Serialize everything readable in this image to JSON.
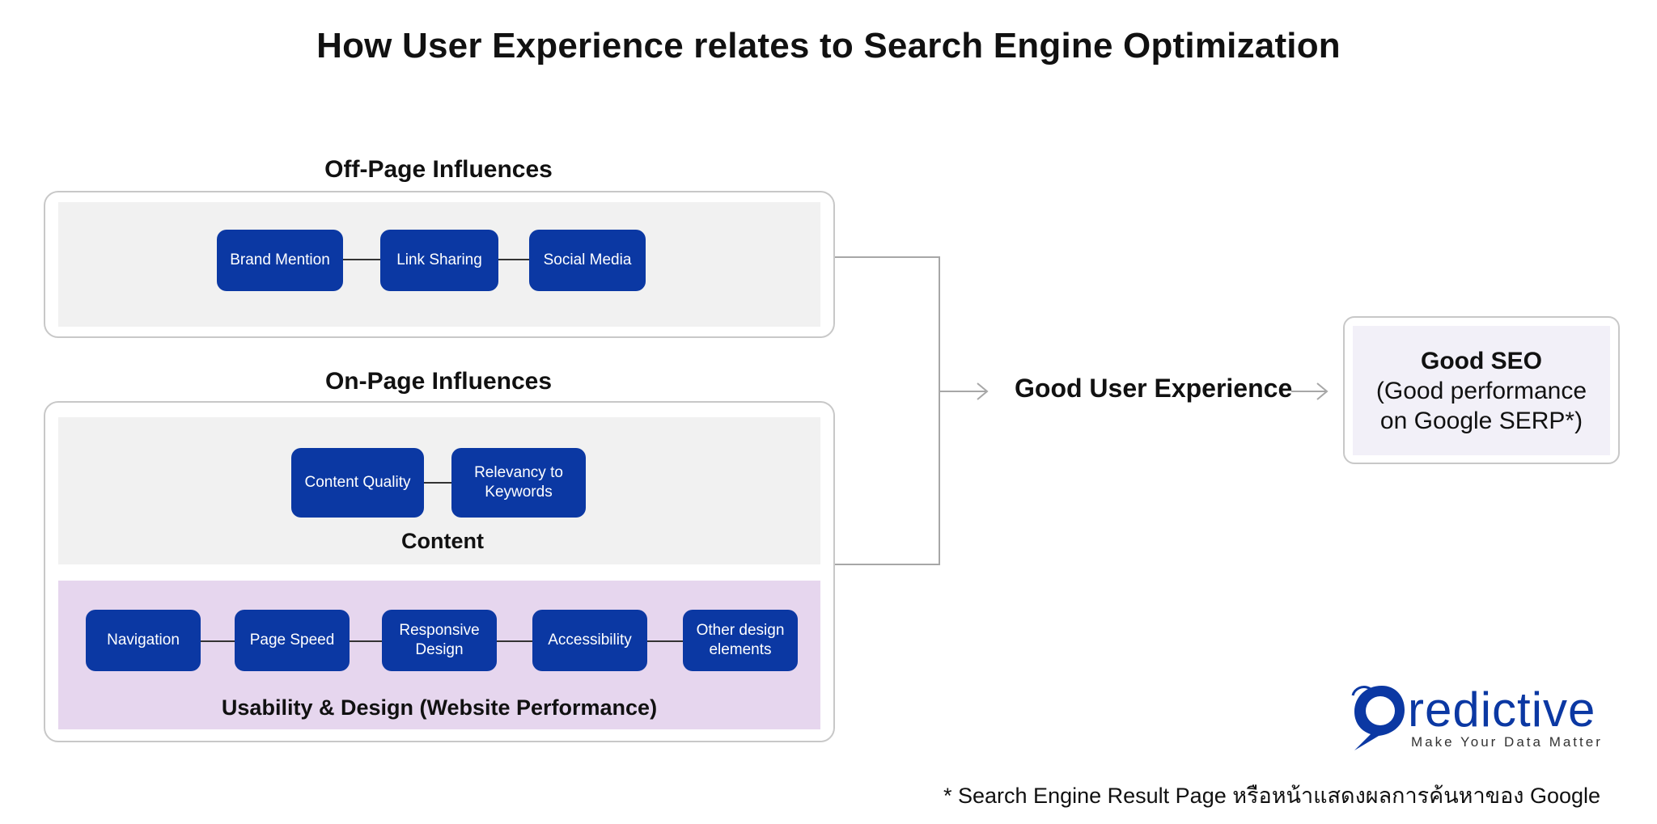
{
  "title": "How User Experience relates to Search Engine Optimization",
  "off_page": {
    "title": "Off-Page Influences",
    "nodes": [
      "Brand Mention",
      "Link Sharing",
      "Social Media"
    ]
  },
  "on_page": {
    "title": "On-Page Influences",
    "content": {
      "label": "Content",
      "nodes": [
        "Content Quality",
        "Relevancy to\nKeywords"
      ]
    },
    "usability": {
      "label": "Usability & Design (Website Performance)",
      "nodes": [
        "Navigation",
        "Page Speed",
        "Responsive\nDesign",
        "Accessibility",
        "Other design\nelements"
      ]
    }
  },
  "result": {
    "label": "Good User Experience"
  },
  "seo": {
    "title": "Good SEO",
    "line1": "(Good performance",
    "line2": "on Google SERP*)"
  },
  "footnote": "* Search Engine Result Page หรือหน้าแสดงผลการค้นหาของ Google",
  "logo": {
    "name": "redictive",
    "tagline": "Make Your Data Matter"
  },
  "colors": {
    "node_fill": "#0b38a3",
    "gray_panel": "#f1f1f1",
    "purple_panel": "#e6d6ee",
    "seo_panel": "#f2f0f8"
  }
}
